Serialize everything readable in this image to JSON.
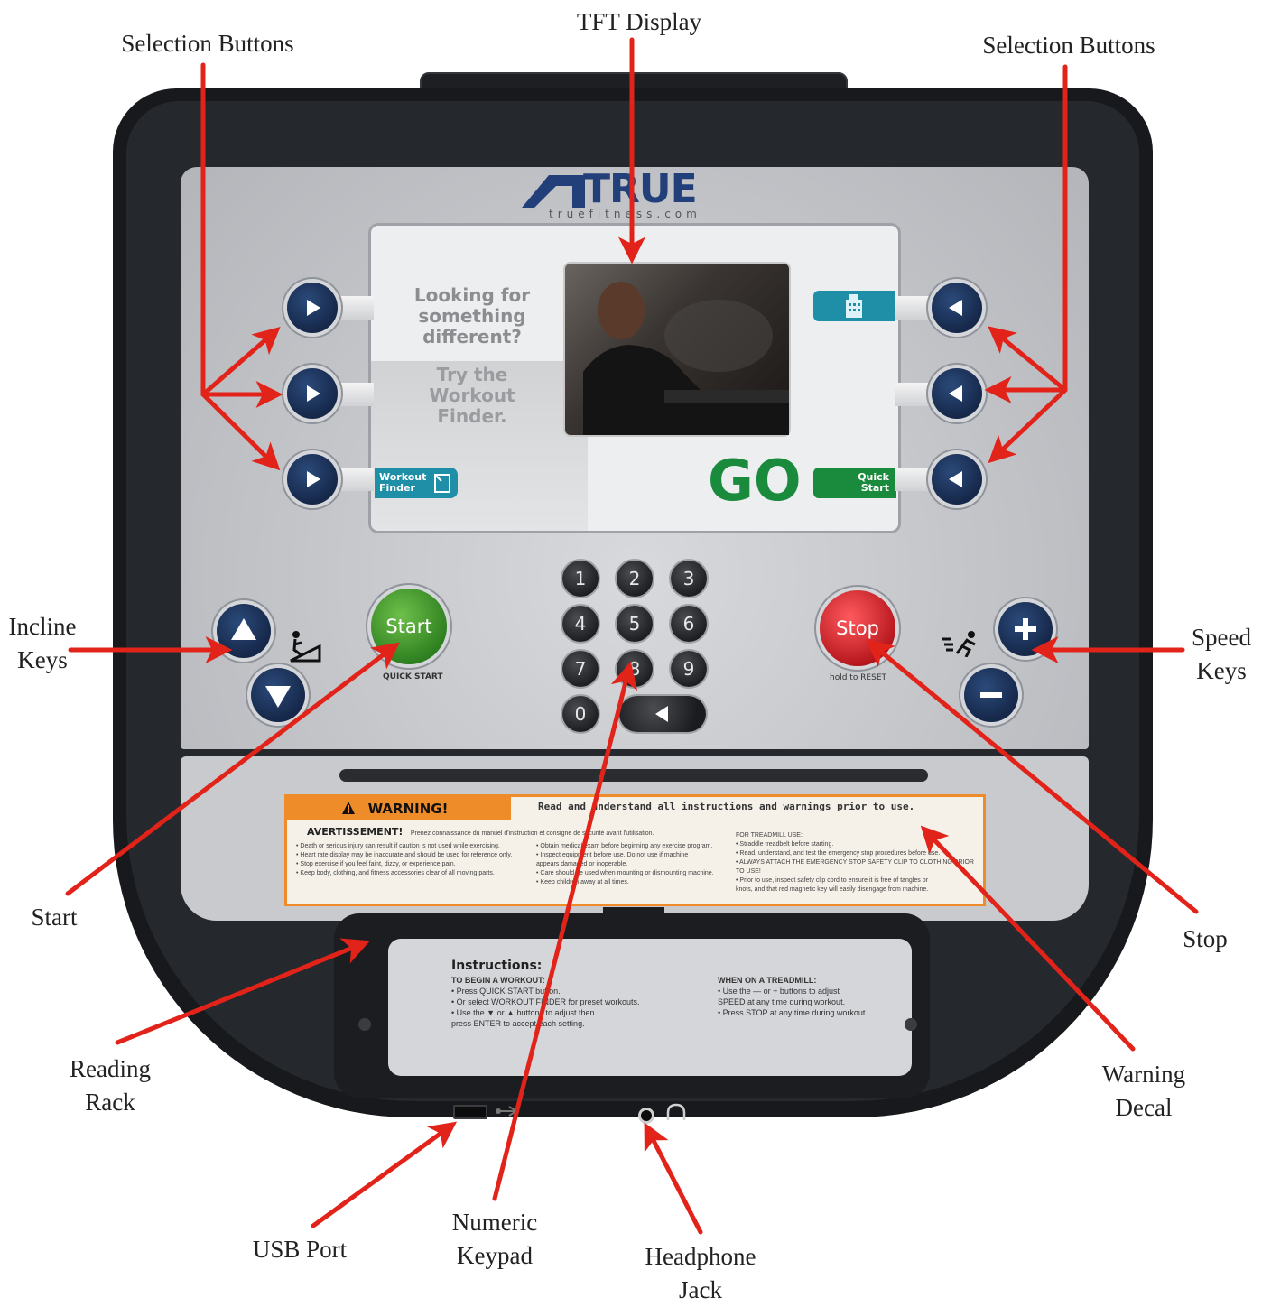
{
  "labels": {
    "tft_display": "TFT Display",
    "selection_buttons_left": "Selection Buttons",
    "selection_buttons_right": "Selection Buttons",
    "incline_keys": [
      "Incline",
      "Keys"
    ],
    "speed_keys": [
      "Speed",
      "Keys"
    ],
    "start": "Start",
    "stop": "Stop",
    "reading_rack": [
      "Reading",
      "Rack"
    ],
    "warning_decal": [
      "Warning",
      "Decal"
    ],
    "usb_port": "USB Port",
    "numeric_keypad": [
      "Numeric",
      "Keypad"
    ],
    "headphone_jack": [
      "Headphone",
      "Jack"
    ]
  },
  "brand": {
    "name": "TRUE",
    "url": "truefitness.com"
  },
  "screen": {
    "line1": [
      "Looking for",
      "something",
      "different?"
    ],
    "line2": [
      "Try the",
      "Workout",
      "Finder."
    ],
    "workout_finder_tab": [
      "Workout",
      "Finder"
    ],
    "go": "GO",
    "quick_start_tab": [
      "Quick",
      "Start"
    ]
  },
  "keypad": {
    "keys": [
      "1",
      "2",
      "3",
      "4",
      "5",
      "6",
      "7",
      "8",
      "9",
      "0"
    ]
  },
  "buttons": {
    "start_label": "Start",
    "start_caption": "QUICK START",
    "stop_label": "Stop",
    "stop_caption": "hold to RESET"
  },
  "warning": {
    "heading": "WARNING!",
    "line": "Read and understand all instructions and warnings prior to use.",
    "avert": "AVERTISSEMENT!",
    "avert_line": "Prenez connaissance du manuel d'instruction et consigne de sécurité avant l'utilisation.",
    "col1": [
      "• Death or serious injury can result if caution is not used while exercising.",
      "• Heart rate display may be inaccurate and should be used for reference only.",
      "• Stop exercise if you feel faint, dizzy, or experience pain.",
      "• Keep body, clothing, and fitness accessories clear of all moving parts."
    ],
    "col2": [
      "• Obtain medical exam before beginning any exercise program.",
      "• Inspect equipment before use. Do not use if machine",
      "  appears damaged or inoperable.",
      "• Care should be used when mounting or dismounting machine.",
      "• Keep children away at all times."
    ],
    "col3": [
      "FOR TREADMILL USE:",
      "• Straddle treadbelt before starting.",
      "• Read, understand, and test the emergency stop procedures before use.",
      "• ALWAYS ATTACH THE EMERGENCY STOP SAFETY CLIP TO CLOTHING PRIOR TO USE!",
      "• Prior to use, inspect safety clip cord to ensure it is free of tangles or",
      "  knots, and that red magnetic key will easily disengage from machine."
    ]
  },
  "instructions": {
    "title": "Instructions:",
    "left": [
      "TO BEGIN A WORKOUT:",
      "• Press QUICK START button.",
      "• Or select WORKOUT FINDER for preset workouts.",
      "• Use the ▼ or ▲ buttons to adjust then",
      "  press ENTER to accept each setting."
    ],
    "right": [
      "WHEN ON A TREADMILL:",
      "• Use the — or + buttons to adjust",
      "  SPEED at any time during workout.",
      "• Press STOP at any time during workout."
    ]
  },
  "colors": {
    "arrow": "#e2231a",
    "go_green": "#1a8a3c",
    "start_green": "#3c9a2a",
    "stop_red": "#d9252a",
    "tab_teal": "#1f8fa8",
    "warning_orange": "#ef8c2a"
  }
}
